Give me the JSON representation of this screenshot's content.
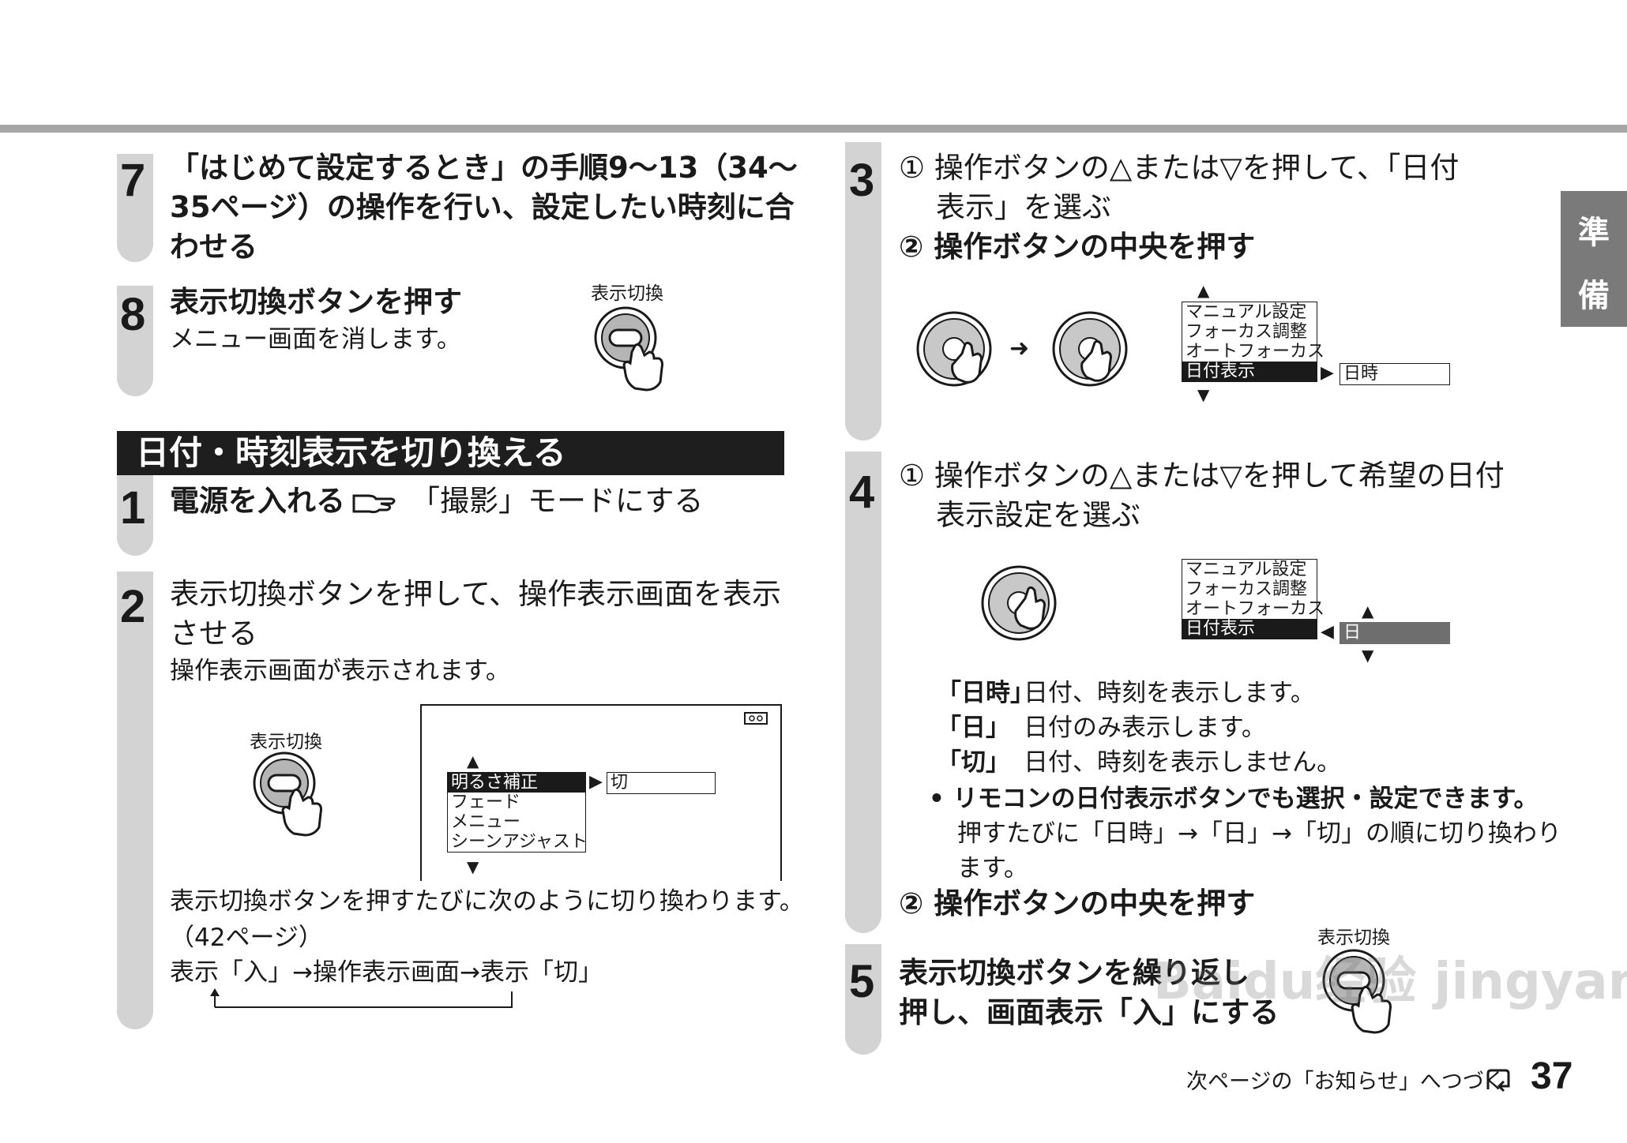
{
  "step7": {
    "num": "7",
    "lines": [
      "「はじめて設定するとき」の手順9〜13（34〜",
      "35ページ）の操作を行い、設定したい時刻に合",
      "わせる"
    ]
  },
  "step8": {
    "num": "8",
    "title": "表示切換ボタンを押す",
    "desc": "メニュー画面を消します。",
    "button_label": "表示切換"
  },
  "section_title": "日付・時刻表示を切り換える",
  "step1": {
    "num": "1",
    "title_bold": "電源を入れる",
    "title_rest": "「撮影」モードにする"
  },
  "step2": {
    "num": "2",
    "lines": [
      "表示切換ボタンを押して、操作表示画面を表示",
      "させる"
    ],
    "desc": "操作表示画面が表示されます。",
    "button_label": "表示切換",
    "menu": [
      "明るさ補正",
      "フェード",
      "メニュー",
      "シーンアジャスト"
    ],
    "menu_value": "切",
    "after_lines": [
      "表示切換ボタンを押すたびに次のように切り換わります。",
      "（42ページ）",
      "表示「入」→操作表示画面→表示「切」"
    ]
  },
  "step3": {
    "num": "3",
    "lines": [
      "① 操作ボタンの△または▽を押して、「日付",
      "表示」を選ぶ",
      "② 操作ボタンの中央を押す"
    ],
    "menu": [
      "マニュアル設定",
      "フォーカス調整",
      "オートフォーカス",
      "日付表示"
    ],
    "menu_value": "日時"
  },
  "step4": {
    "num": "4",
    "lines": [
      "① 操作ボタンの△または▽を押して希望の日付",
      "表示設定を選ぶ"
    ],
    "menu": [
      "マニュアル設定",
      "フォーカス調整",
      "オートフォーカス",
      "日付表示"
    ],
    "menu_value": "日",
    "options": [
      {
        "k": "「日時」",
        "v": "日付、時刻を表示します。"
      },
      {
        "k": "「日」",
        "v": "日付のみ表示します。"
      },
      {
        "k": "「切」",
        "v": "日付、時刻を表示しません。"
      }
    ],
    "note_bold": "• リモコンの日付表示ボタンでも選択・設定できます。",
    "note_lines": [
      "押すたびに「日時」→「日」→「切」の順に切り換わり",
      "ます。"
    ],
    "sub2": "② 操作ボタンの中央を押す"
  },
  "step5": {
    "num": "5",
    "lines": [
      "表示切換ボタンを繰り返し",
      "押し、画面表示「入」にする"
    ],
    "button_label": "表示切換"
  },
  "side_tab": [
    "準",
    "備"
  ],
  "footer": {
    "next": "次ページの「お知らせ」へつづく",
    "page": "37"
  },
  "watermark": "Baidu经验 jingyan.baidu.com"
}
